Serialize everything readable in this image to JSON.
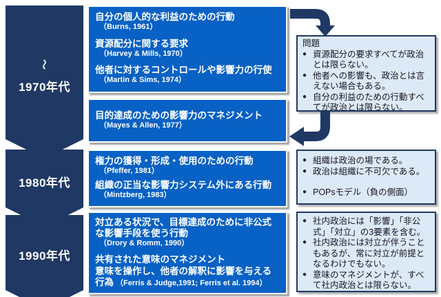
{
  "glyphs": {
    "bullet": "●"
  },
  "colors": {
    "banner_navy": "#1F3864",
    "definition_blue": "#0861C4",
    "note_bg": "#DCE9F7",
    "note_border": "#1F3864",
    "arrow": "#1F3864"
  },
  "eras": [
    {
      "prefix": "〜",
      "label": "1970年代"
    },
    {
      "label": "1980年代"
    },
    {
      "label": "1990年代"
    }
  ],
  "definition_boxes": [
    {
      "items": [
        {
          "title": "自分の個人的な利益のための行動",
          "cite": "（Burns, 1961）"
        },
        {
          "title": "資源配分に関する要求",
          "cite": "（Harvey & Mills, 1970）"
        },
        {
          "title": "他者に対するコントロールや影響力の行使",
          "cite": "（Martin & Sims, 1974）"
        }
      ]
    },
    {
      "items": [
        {
          "title": "目的達成のための影響力のマネジメント",
          "cite": "（Mayes & Allen, 1977）"
        }
      ]
    },
    {
      "items": [
        {
          "title": "権力の獲得・形成・使用のための行動",
          "cite": "（Pfeffer, 1981）"
        },
        {
          "title": "組織の正当な影響力システム外にある行動",
          "cite": "（Mintzberg, 1983）"
        }
      ]
    },
    {
      "items": [
        {
          "title": "対立ある状況で、目標達成のために非公式\nな影響手段を使う行動",
          "cite": "（Drory & Romm, 1990）"
        },
        {
          "title": "共有された意味のマネジメント\n意味を操作し、他者の解釈に影響を与える\n行為",
          "cite": "（Ferris & Judge,1991; Ferris et al. 1994）"
        }
      ]
    }
  ],
  "note_boxes": [
    {
      "header": "問題",
      "bullets": [
        "資源配分の要求すべてが政治とは限らない。",
        "他者への影響も、政治とは言えない場合もある。",
        "自分の利益のための行動すべてが政治とは限らない。"
      ]
    },
    {
      "bullets": [
        "組織は政治の場である。",
        "政治は組織に不可欠である。",
        "POPsモデル（負の側面）"
      ]
    },
    {
      "bullets": [
        "社内政治には「影響」「非公式」「対立」の3要素を含む。",
        "社内政治には対立が伴うこともあるが、常に対立が前提となるわけでもない。",
        "意味のマネジメントが、すべて社内政治とは限らない。"
      ]
    }
  ]
}
